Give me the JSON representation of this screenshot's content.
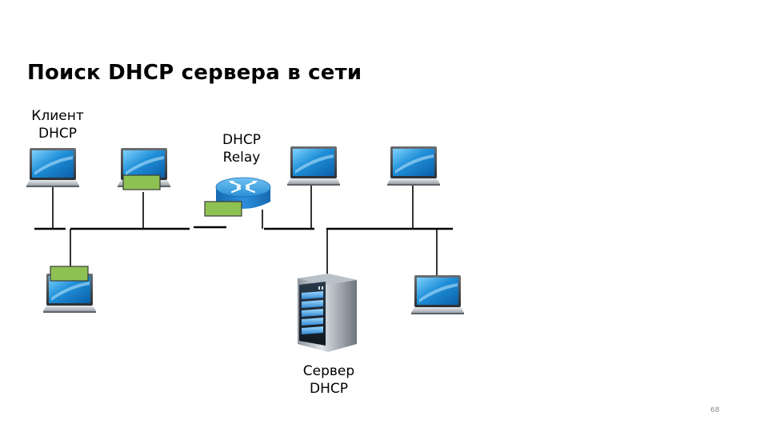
{
  "title": "Поиск DHCP сервера в сети",
  "labels": {
    "client_line1": "Клиент",
    "client_line2": "DHCP",
    "relay_line1": "DHCP",
    "relay_line2": "Relay",
    "server_line1": "Сервер",
    "server_line2": "DHCP"
  },
  "page_number": "68",
  "colors": {
    "packet": "#8dc152",
    "screen": "#1f8fd8",
    "router": "#2a8fd6",
    "bus": "#000000"
  }
}
